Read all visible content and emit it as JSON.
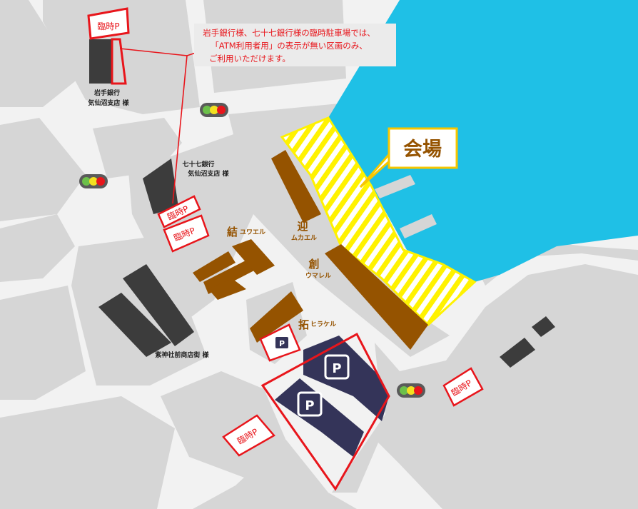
{
  "notice": {
    "line1": "岩手銀行様、七十七銀行様の臨時駐車場では、",
    "line2": "「ATM利用者用」の表示が無い区画のみ、",
    "line3": "ご利用いただけます。"
  },
  "venue_label": "会場",
  "banks": {
    "iwate_line1": "岩手銀行",
    "iwate_line2": "気仙沼支店 様",
    "shichijushichi_line1": "七十七銀行",
    "shichijushichi_line2": "気仙沼支店 様"
  },
  "shopping_street": "紫神社前商店街 様",
  "temp_parking_label": "臨時P",
  "parking_label": "P",
  "buildings": {
    "yuwaeru_kanji": "結",
    "yuwaeru_kana": "ユワエル",
    "mukaeru_kanji": "迎",
    "mukaeru_kana": "ムカエル",
    "umareru_kanji": "創",
    "umareru_kana": "ウマレル",
    "hirakeru_kanji": "拓",
    "hirakeru_kana": "ヒラケル"
  },
  "colors": {
    "sea": "#1fc0e6",
    "land": "#d6d6d6",
    "road": "#f2f2f2",
    "venue_stripe": "#fff200",
    "building_brown": "#955300",
    "parking_navy": "#343459",
    "temp_parking_red": "#e8151b"
  }
}
